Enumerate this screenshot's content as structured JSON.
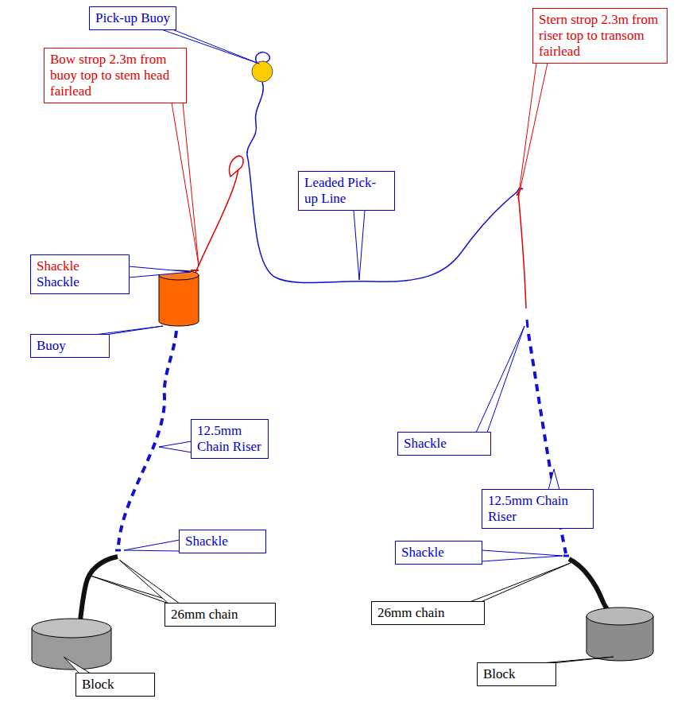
{
  "diagram": {
    "nodes": [
      {
        "text": [
          "Pick-up Buoy"
        ]
      },
      {
        "text": [
          "Stern strop 2.3m from riser top to transom fairlead"
        ]
      },
      {
        "text": [
          "Bow strop 2.3m from buoy top to stem head fairlead"
        ]
      },
      {
        "text": [
          "Leaded Pick-up Line"
        ]
      },
      {
        "text": [
          "Shackle",
          "Shackle"
        ]
      },
      {
        "text": [
          "Buoy"
        ]
      },
      {
        "text": [
          "12.5mm Chain Riser"
        ]
      },
      {
        "text": [
          "Shackle"
        ]
      },
      {
        "text": [
          "12.5mm Chain Riser"
        ]
      },
      {
        "text": [
          "Shackle"
        ]
      },
      {
        "text": [
          "Shackle"
        ]
      },
      {
        "text": [
          "26mm chain"
        ]
      },
      {
        "text": [
          "26mm chain"
        ]
      },
      {
        "text": [
          "Block"
        ]
      },
      {
        "text": [
          "Block"
        ]
      }
    ]
  }
}
